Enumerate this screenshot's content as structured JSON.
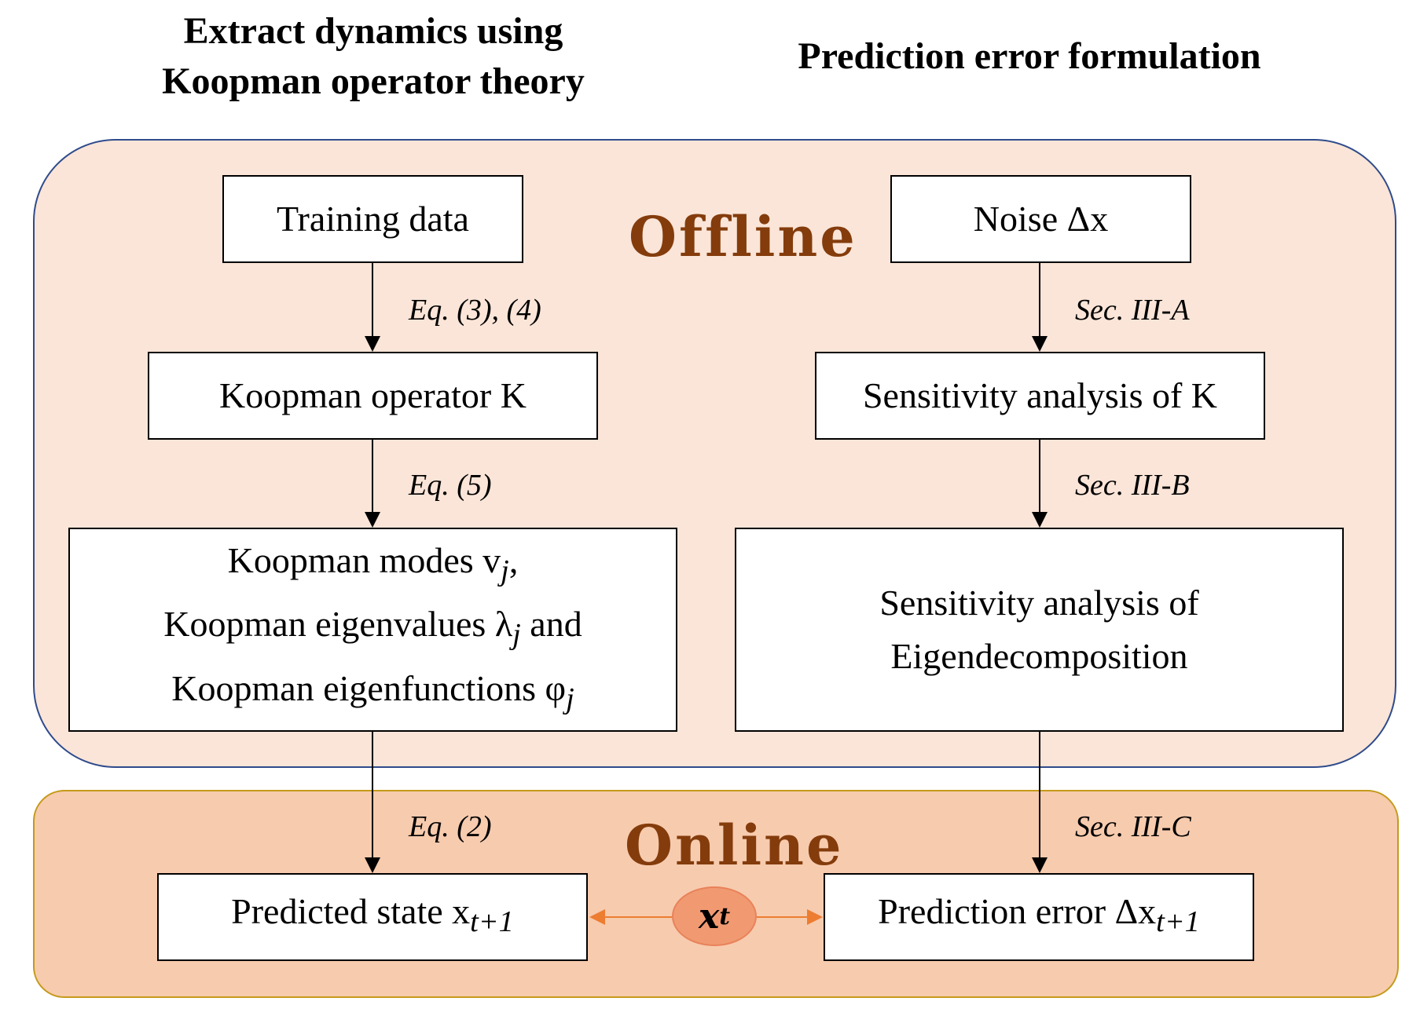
{
  "headings": {
    "left": "Extract dynamics using Koopman operator theory",
    "right": "Prediction error formulation"
  },
  "panels": {
    "offline": "Offline",
    "online": "Online"
  },
  "nodes": {
    "training_data": "Training data",
    "koopman_operator": "Koopman operator K",
    "modes_line1": "Koopman modes v",
    "modes_line1_sub": "j",
    "modes_line1_tail": ",",
    "modes_line2": "Koopman eigenvalues λ",
    "modes_line2_sub": "j",
    "modes_line2_tail": " and",
    "modes_line3": "Koopman eigenfunctions φ",
    "modes_line3_sub": "j",
    "noise": "Noise Δx",
    "sens_k": "Sensitivity analysis of K",
    "sens_eig_line1": "Sensitivity analysis of",
    "sens_eig_line2": "Eigendecomposition",
    "predicted_state": "Predicted state x",
    "predicted_state_sub": "t+1",
    "prediction_error": "Prediction error Δx",
    "prediction_error_sub": "t+1",
    "xt": "x",
    "xt_sub": "t"
  },
  "edges": {
    "e1": "Eq. (3), (4)",
    "e2": "Eq. (5)",
    "e3": "Eq. (2)",
    "e4": "Sec. III-A",
    "e5": "Sec. III-B",
    "e6": "Sec. III-C"
  },
  "colors": {
    "offline_bg": "#fae5d8",
    "offline_border": "#2f4b8c",
    "online_bg": "#f7cbae",
    "online_border": "#c49a1a",
    "label": "#843c0c",
    "double_arrow": "#ed7d31"
  }
}
